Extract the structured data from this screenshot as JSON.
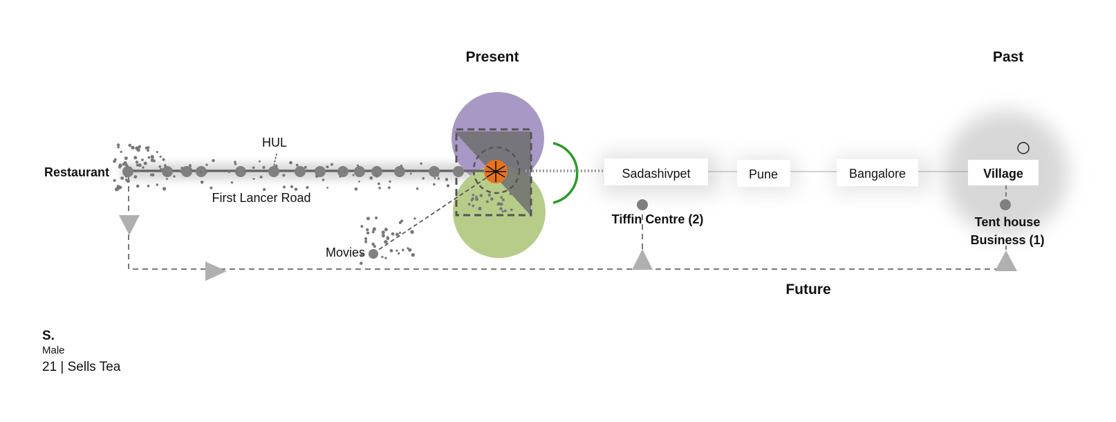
{
  "headings": {
    "present": "Present",
    "past": "Past",
    "future": "Future"
  },
  "places": {
    "restaurant": "Restaurant",
    "hul": "HUL",
    "first_lancer_road": "First Lancer Road",
    "movies": "Movies",
    "sadashivpet": "Sadashivpet",
    "pune": "Pune",
    "bangalore": "Bangalore",
    "village": "Village",
    "tiffin_centre": "Tiffin Centre (2)",
    "tent_house_line1": "Tent house",
    "tent_house_line2": "Business (1)"
  },
  "person": {
    "name": "S.",
    "gender": "Male",
    "detail": "21 | Sells Tea"
  },
  "colors": {
    "present_top_circle": "#a898c6",
    "present_bottom_circle": "#b8cc8a",
    "center_marker": "#e8731c",
    "arc": "#2a9a2a",
    "line_grey": "#666666",
    "dot_grey": "#808080",
    "arrow_grey": "#b0b0b0"
  }
}
